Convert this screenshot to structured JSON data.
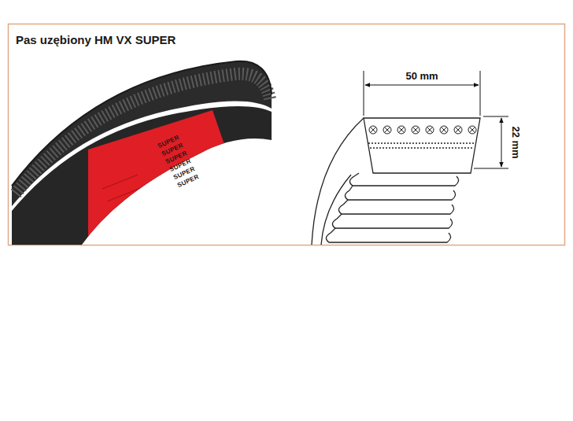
{
  "diagram": {
    "title": "Pas uzębiony HM VX SUPER",
    "labels": [
      "50 mm",
      "22 mm",
      "SUPER",
      "SUPER",
      "SUPER",
      "SUPER",
      "SUPER",
      "SUPER"
    ]
  }
}
